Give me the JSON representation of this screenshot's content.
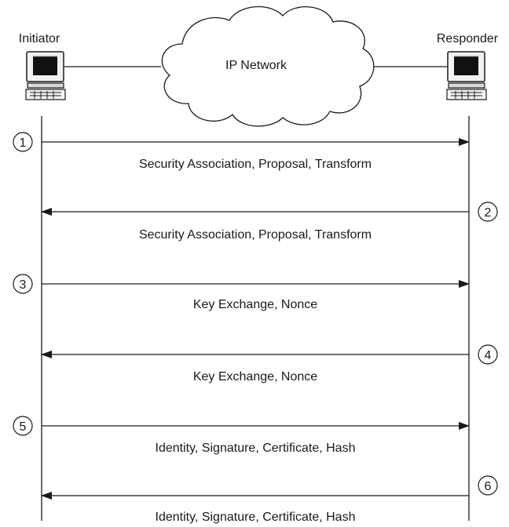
{
  "initiator": {
    "label": "Initiator"
  },
  "responder": {
    "label": "Responder"
  },
  "network": {
    "label": "IP Network"
  },
  "messages": [
    {
      "step": "1",
      "label": "Security Association, Proposal, Transform"
    },
    {
      "step": "2",
      "label": "Security Association, Proposal, Transform"
    },
    {
      "step": "3",
      "label": "Key Exchange, Nonce"
    },
    {
      "step": "4",
      "label": "Key Exchange, Nonce"
    },
    {
      "step": "5",
      "label": "Identity, Signature, Certificate, Hash"
    },
    {
      "step": "6",
      "label": "Identity, Signature, Certificate, Hash"
    }
  ]
}
